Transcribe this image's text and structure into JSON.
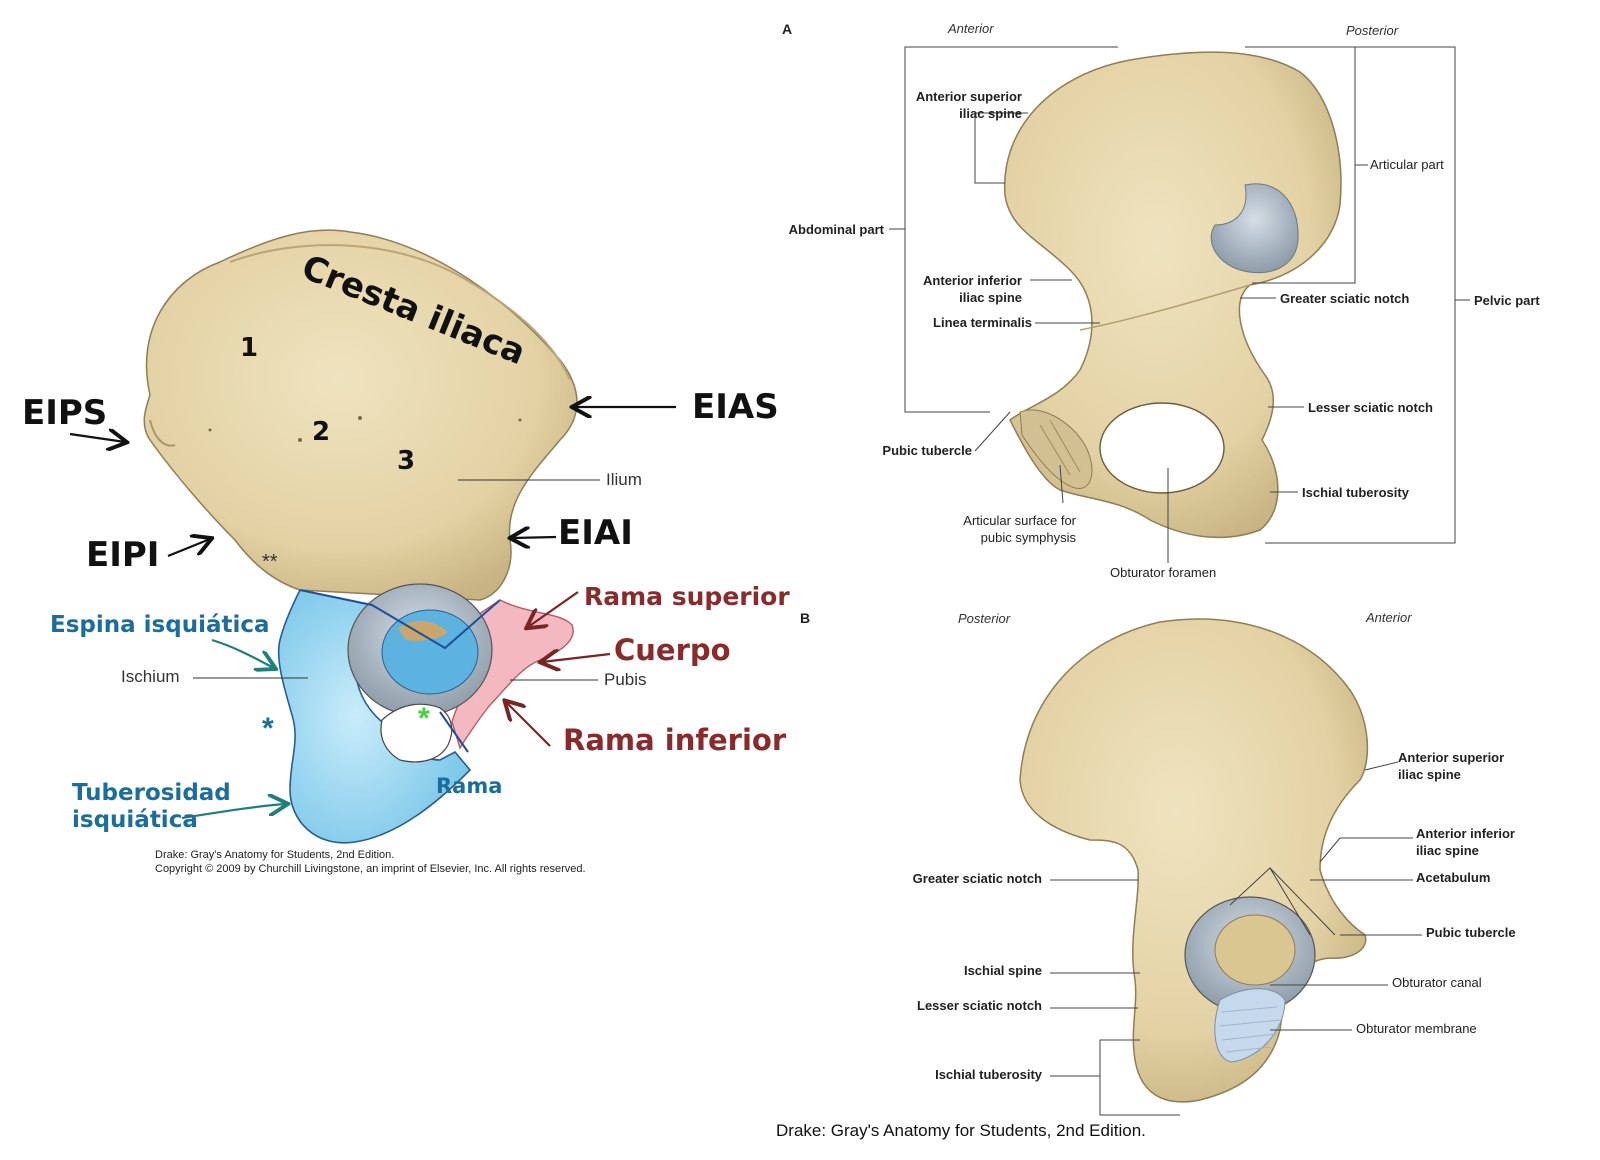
{
  "left_figure": {
    "labels": {
      "cresta_iliaca": "Cresta iliaca",
      "eips": "EIPS",
      "eias": "EIAS",
      "eipi": "EIPI",
      "eiai": "EIAI",
      "n1": "1",
      "n2": "2",
      "n3": "3",
      "ilium": "Ilium",
      "double_star": "**",
      "espina_isquiatica": "Espina isquiática",
      "ischium": "Ischium",
      "blue_star": "*",
      "green_star": "*",
      "tuberosidad_line1": "Tuberosidad",
      "tuberosidad_line2": "isquiática",
      "rama_superior": "Rama superior",
      "cuerpo": "Cuerpo",
      "pubis": "Pubis",
      "rama_inferior": "Rama inferior",
      "rama": "Rama"
    },
    "caption_line1": "Drake: Gray's Anatomy for Students, 2nd Edition.",
    "caption_line2": "Copyright © 2009 by Churchill Livingstone, an imprint of Elsevier, Inc. All rights reserved."
  },
  "panel_a": {
    "letter": "A",
    "anterior": "Anterior",
    "posterior": "Posterior",
    "labels": {
      "asis_1": "Anterior superior",
      "asis_2": "iliac spine",
      "abdominal_part": "Abdominal part",
      "aiis_1": "Anterior inferior",
      "aiis_2": "iliac spine",
      "linea_terminalis": "Linea terminalis",
      "pubic_tubercle": "Pubic tubercle",
      "articular_surface_1": "Articular surface for",
      "articular_surface_2": "pubic symphysis",
      "obturator_foramen": "Obturator foramen",
      "articular_part": "Articular part",
      "greater_sciatic_notch": "Greater sciatic notch",
      "pelvic_part": "Pelvic part",
      "lesser_sciatic_notch": "Lesser sciatic notch",
      "ischial_tuberosity": "Ischial tuberosity"
    }
  },
  "panel_b": {
    "letter": "B",
    "posterior": "Posterior",
    "anterior": "Anterior",
    "labels": {
      "asis_1": "Anterior superior",
      "asis_2": "iliac spine",
      "aiis_1": "Anterior inferior",
      "aiis_2": "iliac spine",
      "acetabulum": "Acetabulum",
      "pubic_tubercle": "Pubic tubercle",
      "obturator_canal": "Obturator canal",
      "obturator_membrane": "Obturator membrane",
      "greater_sciatic_notch": "Greater sciatic notch",
      "ischial_spine": "Ischial spine",
      "lesser_sciatic_notch": "Lesser sciatic notch",
      "ischial_tuberosity": "Ischial tuberosity"
    },
    "caption": "Drake: Gray's Anatomy for Students, 2nd Edition."
  },
  "colors": {
    "bone": "#e8d9b0",
    "bone_shadow": "#c9b584",
    "ischium": "#a9dbf0",
    "pubis": "#f2b6bd",
    "cartilage": "#b7c4cf",
    "line": "#333333"
  }
}
